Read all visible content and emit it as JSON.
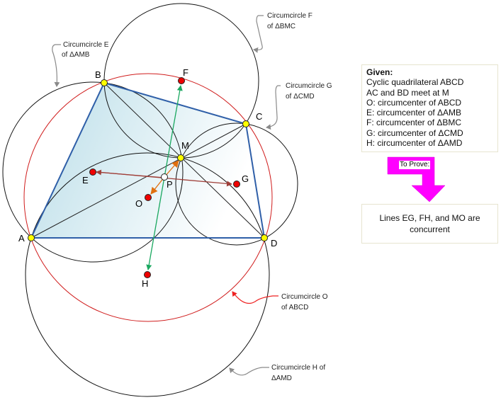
{
  "given_box": {
    "heading": "Given:",
    "lines": [
      "Cyclic quadrilateral ABCD",
      "AC and BD meet at M",
      "O: circumcenter of ABCD",
      "E: circumcenter of ΔAMB",
      "F: circumcenter of ΔBMC",
      "G: circumcenter of ΔCMD",
      "H: circumcenter of ΔAMD"
    ]
  },
  "arrow": {
    "label": "To Prove:",
    "color": "#ff00ff"
  },
  "prove_box": {
    "text": "Lines EG, FH, and MO are concurrent"
  },
  "points": {
    "A": "A",
    "B": "B",
    "C": "C",
    "D": "D",
    "M": "M",
    "E": "E",
    "F": "F",
    "G": "G",
    "H": "H",
    "O": "O",
    "P": "P"
  },
  "callouts": {
    "circle_e": [
      "Circumcircle E",
      "of ΔAMB"
    ],
    "circle_f": [
      "Circumcircle F",
      "of ΔBMC"
    ],
    "circle_g": [
      "Circumcircle G",
      "of ΔCMD"
    ],
    "circle_o": [
      "Circumcircle O",
      "of ABCD"
    ],
    "circle_h": [
      "Circumcircle H of",
      "ΔAMD"
    ]
  },
  "colors": {
    "quadrilateral": "#2f5fa8",
    "circumcircle_o": "#d01c1c",
    "circles": "#111111",
    "center_point": "#ee0000",
    "vertex_point": "#ffff00",
    "line_eg": "#a0403a",
    "line_fh": "#1aa860",
    "line_mo": "#e07010",
    "callout_gray": "#8a8a8a",
    "callout_red": "#ee2222"
  }
}
